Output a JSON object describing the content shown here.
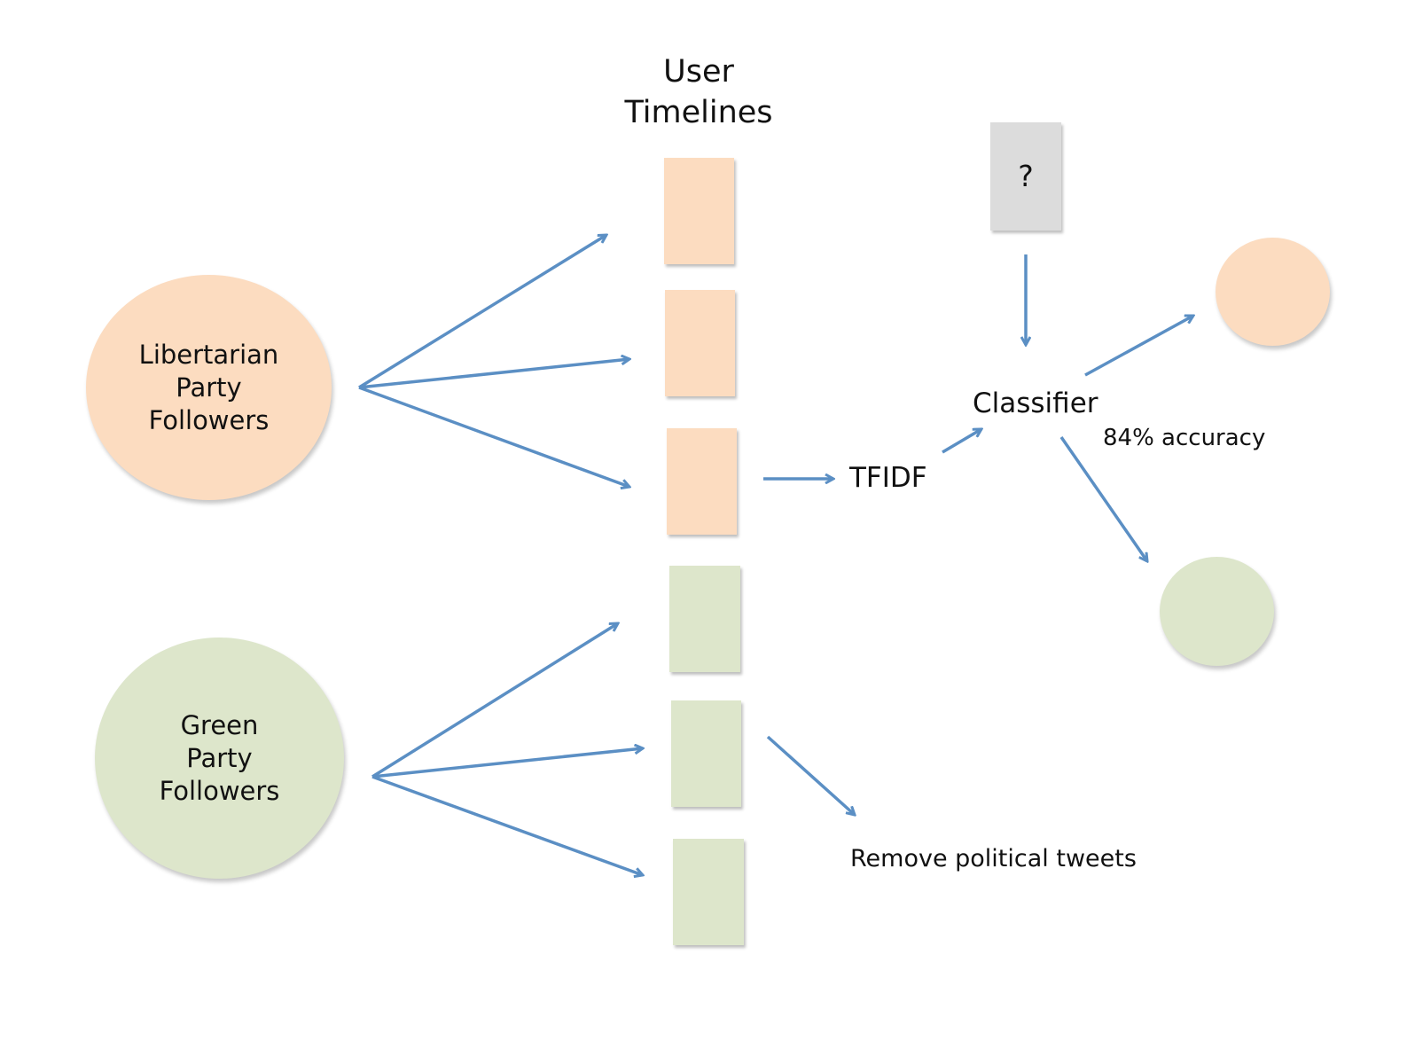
{
  "title": {
    "line1": "User",
    "line2": "Timelines"
  },
  "libertarian": {
    "line1": "Libertarian",
    "line2": "Party",
    "line3": "Followers"
  },
  "green": {
    "line1": "Green",
    "line2": "Party",
    "line3": "Followers"
  },
  "question_label": "?",
  "tfidf_label": "TFIDF",
  "classifier_label": "Classifier",
  "accuracy_label": "84% accuracy",
  "remove_label": "Remove political tweets",
  "colors": {
    "peach": "#fcdcc0",
    "green": "#dde6cb",
    "gray": "#dcdcdc",
    "arrow": "#5b8fc4"
  }
}
